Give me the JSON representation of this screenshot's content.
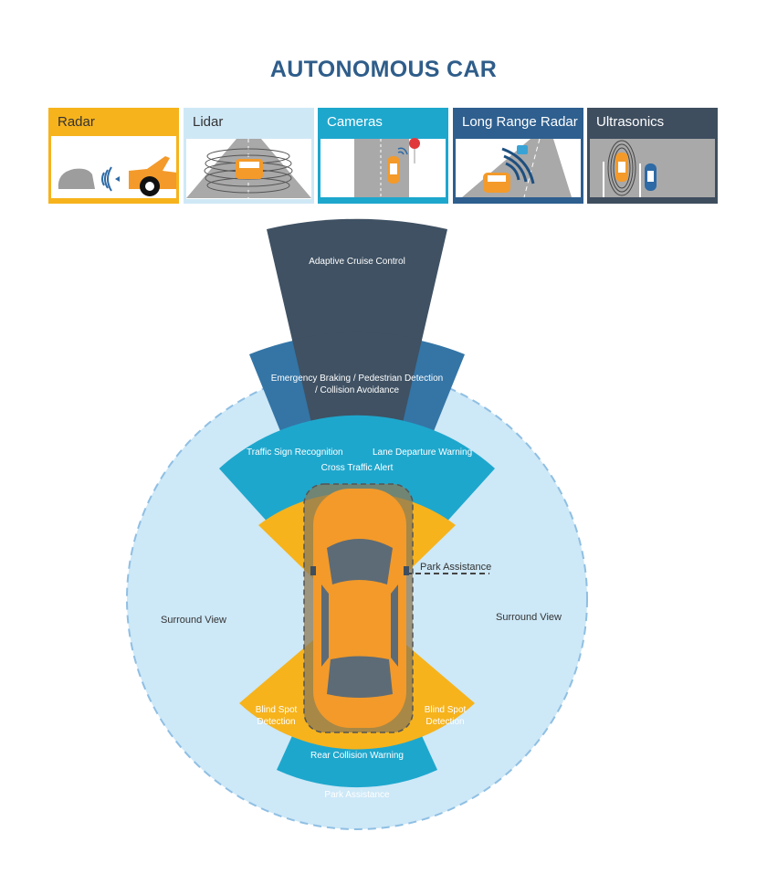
{
  "title": "AUTONOMOUS CAR",
  "sensors": [
    {
      "label": "Radar",
      "color": "#f6b31c"
    },
    {
      "label": "Lidar",
      "color": "#cfe8f6"
    },
    {
      "label": "Cameras",
      "color": "#1ea7cd"
    },
    {
      "label": "Long Range Radar",
      "color": "#2e5f8f"
    },
    {
      "label": "Ultrasonics",
      "color": "#3e4e5f"
    }
  ],
  "zones": {
    "adaptive_cruise": "Adaptive Cruise Control",
    "emergency_line1": "Emergency Braking / Pedestrian Detection",
    "emergency_line2": "/ Collision Avoidance",
    "traffic_sign": "Traffic Sign Recognition",
    "lane_departure": "Lane Departure Warning",
    "cross_traffic": "Cross Traffic Alert",
    "park_assistance_side": "Park Assistance",
    "surround_left": "Surround View",
    "surround_right": "Surround View",
    "blind_spot_left": "Blind Spot Detection",
    "blind_spot_right": "Blind Spot Detection",
    "rear_collision": "Rear Collision Warning",
    "park_assistance_rear": "Park Assistance"
  },
  "colors": {
    "dark": "#3f5163",
    "mid": "#3475a6",
    "cyan": "#1ea7cd",
    "orange": "#f6b31c",
    "light": "#cde8f7",
    "car": "#f39a2a"
  }
}
